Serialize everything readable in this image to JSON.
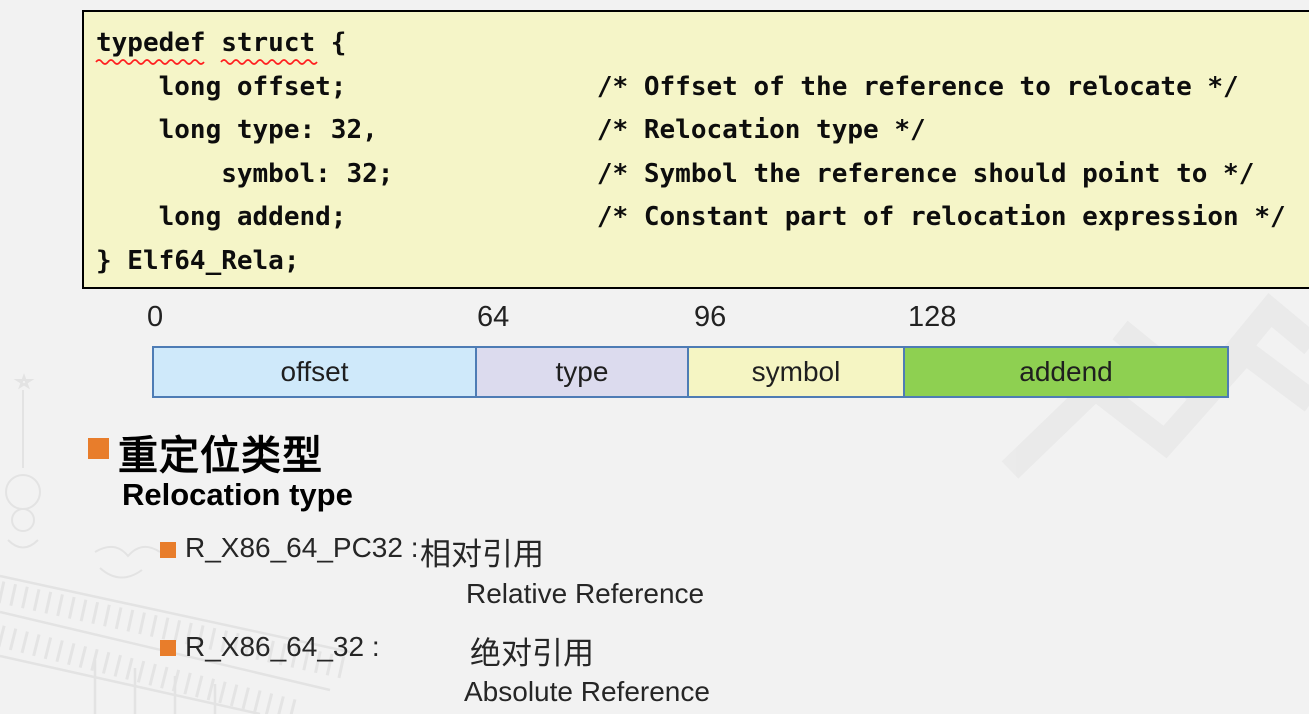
{
  "slide": {
    "background_color": "#f2f2f2"
  },
  "code_block": {
    "background_color": "#f5f5c8",
    "border_color": "#000000",
    "language": "c",
    "code": "typedef struct {\n    long offset;                /* Offset of the reference to relocate */\n    long type: 32,              /* Relocation type */\n        symbol: 32;             /* Symbol the reference should point to */\n    long addend;                /* Constant part of relocation expression */\n} Elf64_Rela;",
    "spellcheck_words": [
      "typedef",
      "struct"
    ]
  },
  "field_diagram": {
    "border_color": "#4e7cb5",
    "bit_labels": [
      "0",
      "64",
      "96",
      "128"
    ],
    "fields": [
      {
        "name": "offset",
        "color": "#cfe9fa"
      },
      {
        "name": "type",
        "color": "#dcdbee"
      },
      {
        "name": "symbol",
        "color": "#f5f5c3"
      },
      {
        "name": "addend",
        "color": "#8ed051"
      }
    ]
  },
  "content": {
    "bullet_color": "#e87d2b",
    "heading_zh": "重定位类型",
    "heading_en": "Relocation type",
    "items": [
      {
        "code": "R_X86_64_PC32 :",
        "zh": "相对引用",
        "en": "Relative Reference"
      },
      {
        "code": "R_X86_64_32 :",
        "zh": "绝对引用",
        "en": "Absolute Reference"
      }
    ]
  }
}
